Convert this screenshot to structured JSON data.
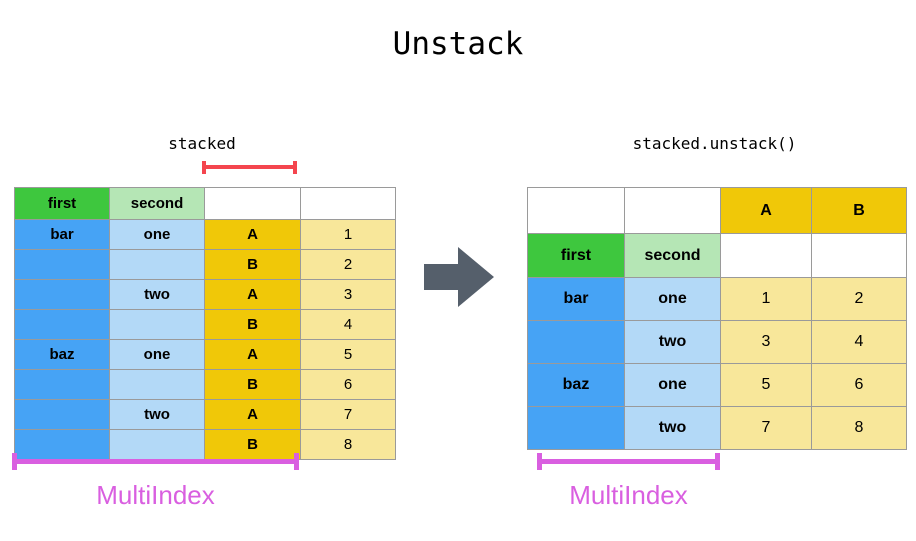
{
  "title": "Unstack",
  "arrow": {
    "name": "right-arrow",
    "color": "#555f6b"
  },
  "colors": {
    "green": "#3ec73e",
    "light_green": "#b5e6b5",
    "blue": "#46a3f5",
    "light_blue": "#b3d9f7",
    "gold": "#f0c808",
    "light_yellow": "#f8e79a",
    "bracket_red": "#f4454e",
    "bracket_magenta": "#d95fe0",
    "border": "#9a9a9a",
    "background": "#ffffff"
  },
  "left_panel": {
    "caption": "stacked",
    "columns_bracket_label": "",
    "multiindex_label": "MultiIndex",
    "header": [
      "first",
      "second",
      "",
      ""
    ],
    "rows": [
      [
        "bar",
        "one",
        "A",
        "1"
      ],
      [
        "",
        "",
        "B",
        "2"
      ],
      [
        "",
        "two",
        "A",
        "3"
      ],
      [
        "",
        "",
        "B",
        "4"
      ],
      [
        "baz",
        "one",
        "A",
        "5"
      ],
      [
        "",
        "",
        "B",
        "6"
      ],
      [
        "",
        "two",
        "A",
        "7"
      ],
      [
        "",
        "",
        "B",
        "8"
      ]
    ]
  },
  "right_panel": {
    "caption": "stacked.unstack()",
    "multiindex_label": "MultiIndex",
    "header_top": [
      "",
      "",
      "A",
      "B"
    ],
    "header_names": [
      "first",
      "second",
      "",
      ""
    ],
    "rows": [
      [
        "bar",
        "one",
        "1",
        "2"
      ],
      [
        "",
        "two",
        "3",
        "4"
      ],
      [
        "baz",
        "one",
        "5",
        "6"
      ],
      [
        "",
        "two",
        "7",
        "8"
      ]
    ]
  }
}
